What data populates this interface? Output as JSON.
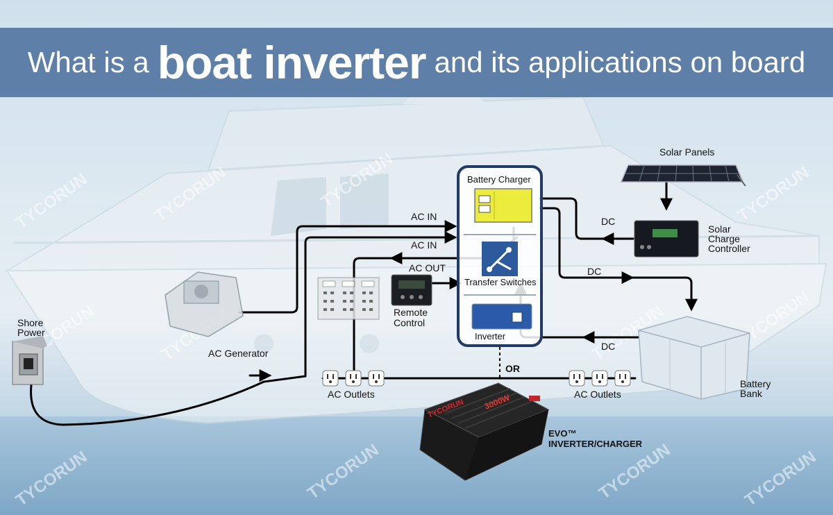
{
  "title": {
    "prefix": "What is a",
    "emphasis": "boat inverter",
    "suffix": "and its applications on board"
  },
  "labels": {
    "solar_panels": "Solar Panels",
    "solar_charge_controller": "Solar\nCharge\nController",
    "battery_charger": "Battery Charger",
    "transfer_switches": "Transfer Switches",
    "inverter": "Inverter",
    "ac_in_1": "AC IN",
    "ac_in_2": "AC IN",
    "ac_out": "AC OUT",
    "dc_1": "DC",
    "dc_2": "DC",
    "dc_3": "DC",
    "remote_control": "Remote\nControl",
    "ac_generator": "AC Generator",
    "shore_power": "Shore\nPower",
    "ac_outlets_left": "AC Outlets",
    "ac_outlets_right": "AC Outlets",
    "battery_bank": "Battery\nBank",
    "or": "OR",
    "evo_title": "EVO™",
    "evo_sub": "INVERTER/CHARGER"
  },
  "product": {
    "brand": "TYCORUN",
    "rating": "3000W"
  },
  "watermark": "TYCORUN",
  "colors": {
    "banner": "#5d7fa8",
    "system_box_border": "#1f3b66",
    "charger_yellow": "#ecec3c",
    "switch_blue": "#2c5a9c",
    "inverter_blue": "#2a5aa8",
    "wire": "#000000"
  }
}
